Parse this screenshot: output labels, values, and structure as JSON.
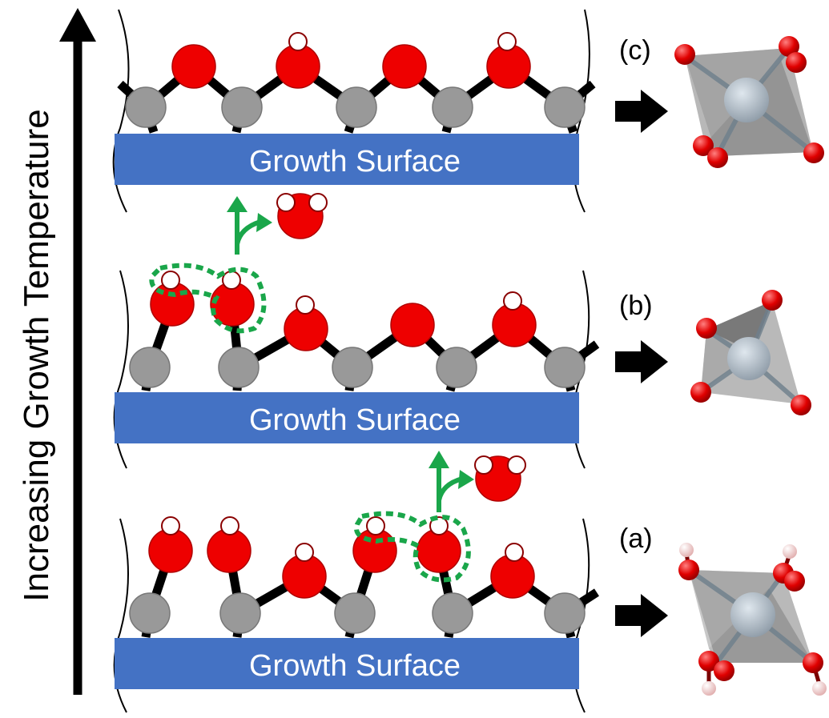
{
  "axis": {
    "label": "Increasing Growth Temperature"
  },
  "panels": [
    {
      "id": "c",
      "label": "(c)",
      "surface_label": "Growth Surface"
    },
    {
      "id": "b",
      "label": "(b)",
      "surface_label": "Growth Surface"
    },
    {
      "id": "a",
      "label": "(a)",
      "surface_label": "Growth Surface"
    }
  ],
  "colors": {
    "surface": "#4472c4",
    "oxygen": "#ee0000",
    "metal": "#999999",
    "hydrogen": "#ffffff",
    "dehydration_arrow": "#1aa64a",
    "bond": "#000000"
  }
}
